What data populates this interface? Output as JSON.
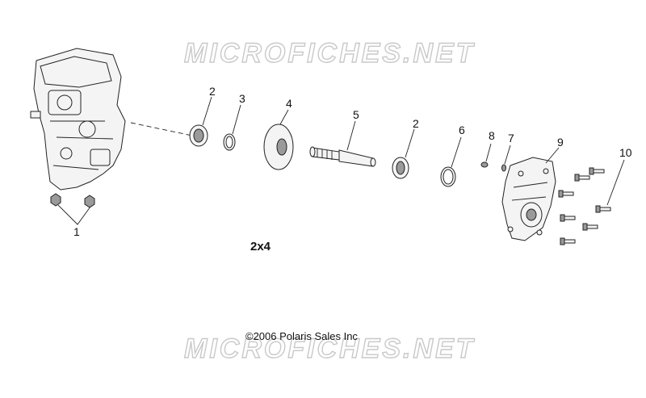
{
  "watermark": {
    "top": "MICROFICHES.NET",
    "bottom": "MICROFICHES.NET"
  },
  "variant_label": "2x4",
  "copyright": "©2006 Polaris Sales Inc",
  "callouts": {
    "c1": "1",
    "c2a": "2",
    "c3": "3",
    "c4": "4",
    "c5": "5",
    "c2b": "2",
    "c6": "6",
    "c8": "8",
    "c7": "7",
    "c9": "9",
    "c10": "10"
  }
}
